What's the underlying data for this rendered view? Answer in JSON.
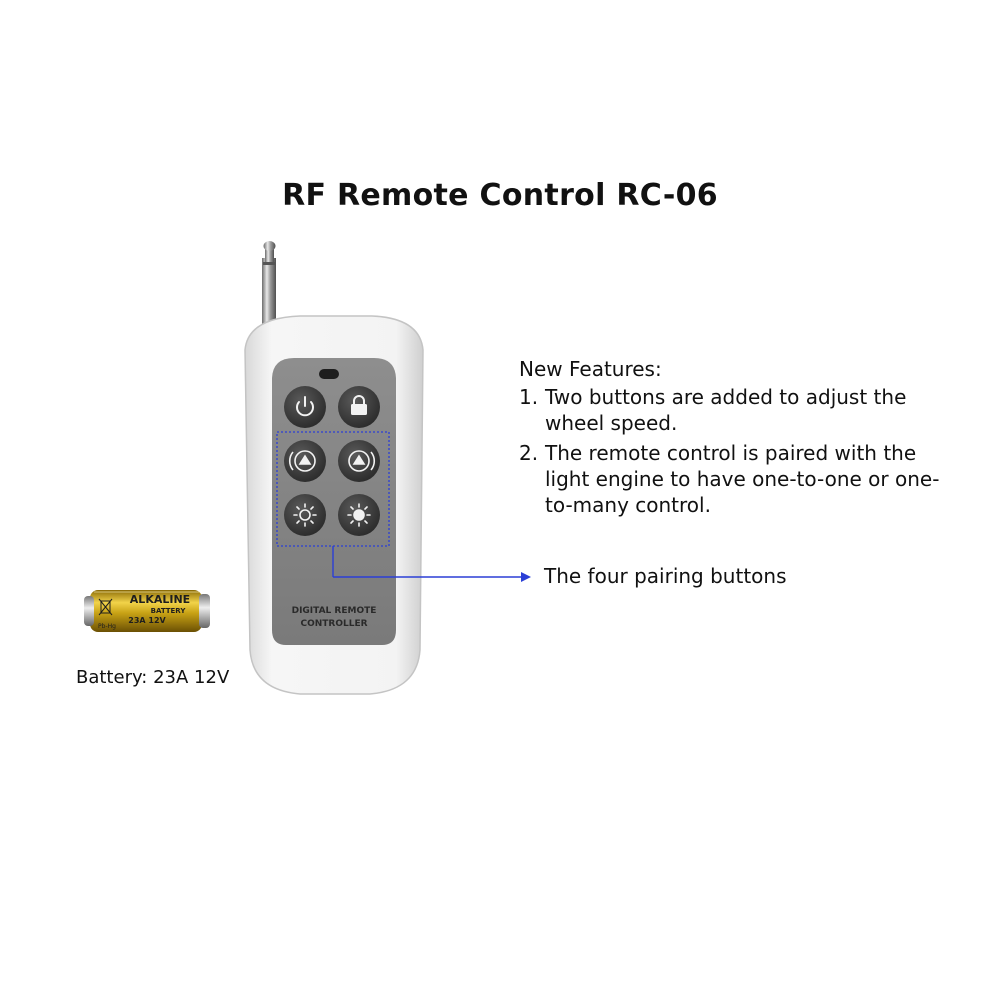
{
  "title": "RF Remote Control RC-06",
  "features": {
    "heading": "New Features:",
    "items": [
      {
        "num": "1.",
        "text": "Two buttons are added to adjust the wheel speed."
      },
      {
        "num": "2.",
        "text": "The remote control is paired with the light engine to have one-to-one or one-to-many control."
      }
    ]
  },
  "pairing_label": "The four pairing buttons",
  "battery_label": "Battery: 23A 12V",
  "remote": {
    "panel_text_line1": "DIGITAL REMOTE",
    "panel_text_line2": "CONTROLLER",
    "buttons": [
      "power-icon",
      "lock-icon",
      "rotate-left-icon",
      "rotate-right-icon",
      "brightness-down-icon",
      "brightness-up-icon"
    ]
  },
  "battery": {
    "brand": "ALKALINE",
    "type_line": "BATTERY",
    "spec": "23A 12V",
    "mark": "Pb-Hg"
  },
  "colors": {
    "pairing_box": "#2b3fd6",
    "arrow": "#2b3fd6",
    "battery_gold": "#c8a215"
  }
}
